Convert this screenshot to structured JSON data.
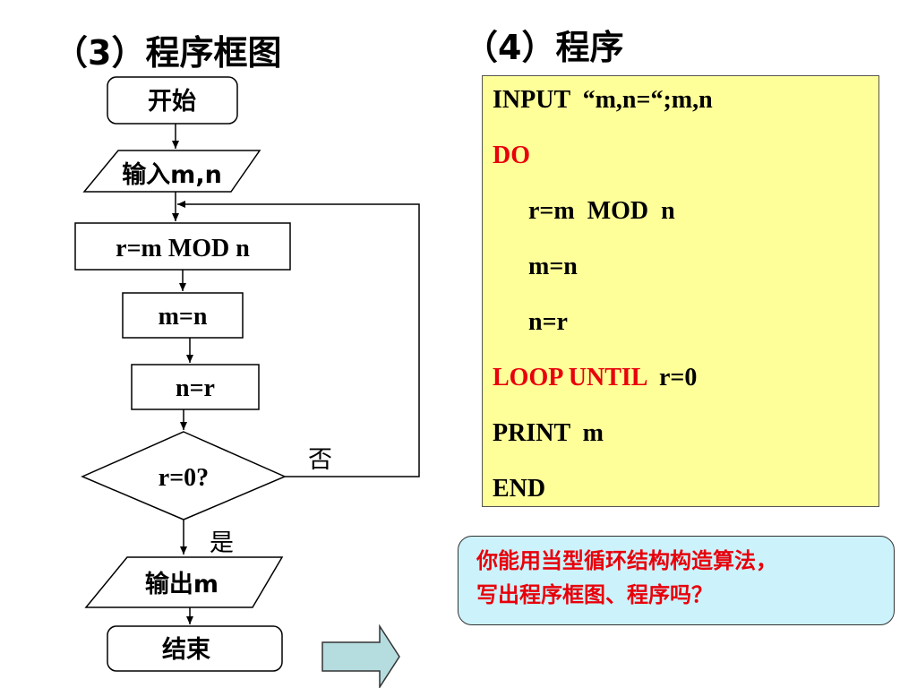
{
  "headings": {
    "left": "（3）程序框图",
    "right": "（4）程序"
  },
  "flowchart": {
    "start": "开始",
    "input": "输入m,n",
    "step_mod": "r=m MOD n",
    "step_m": "m=n",
    "step_n": "n=r",
    "decision": "r=0?",
    "label_no": "否",
    "label_yes": "是",
    "output": "输出m",
    "end": "结束"
  },
  "program": {
    "lines": [
      {
        "text": "INPUT  “m,n=“;m,n"
      },
      {
        "keyword": "DO"
      },
      {
        "text": "r=m  MOD  n"
      },
      {
        "text": "m=n"
      },
      {
        "text": "n=r"
      },
      {
        "keyword": "LOOP UNTIL",
        "text": "  r=0"
      },
      {
        "text": "PRINT  m"
      },
      {
        "text": "END"
      }
    ]
  },
  "question": {
    "line1": "你能用当型循环结构构造算法，",
    "line2": "写出程序框图、程序吗？"
  },
  "colors": {
    "keyword": "#e8000b",
    "code_background": "#ffff99",
    "question_background": "#ccf2fb",
    "next_arrow": "#b5dde0"
  },
  "icons": {
    "next": "right-arrow-icon"
  }
}
